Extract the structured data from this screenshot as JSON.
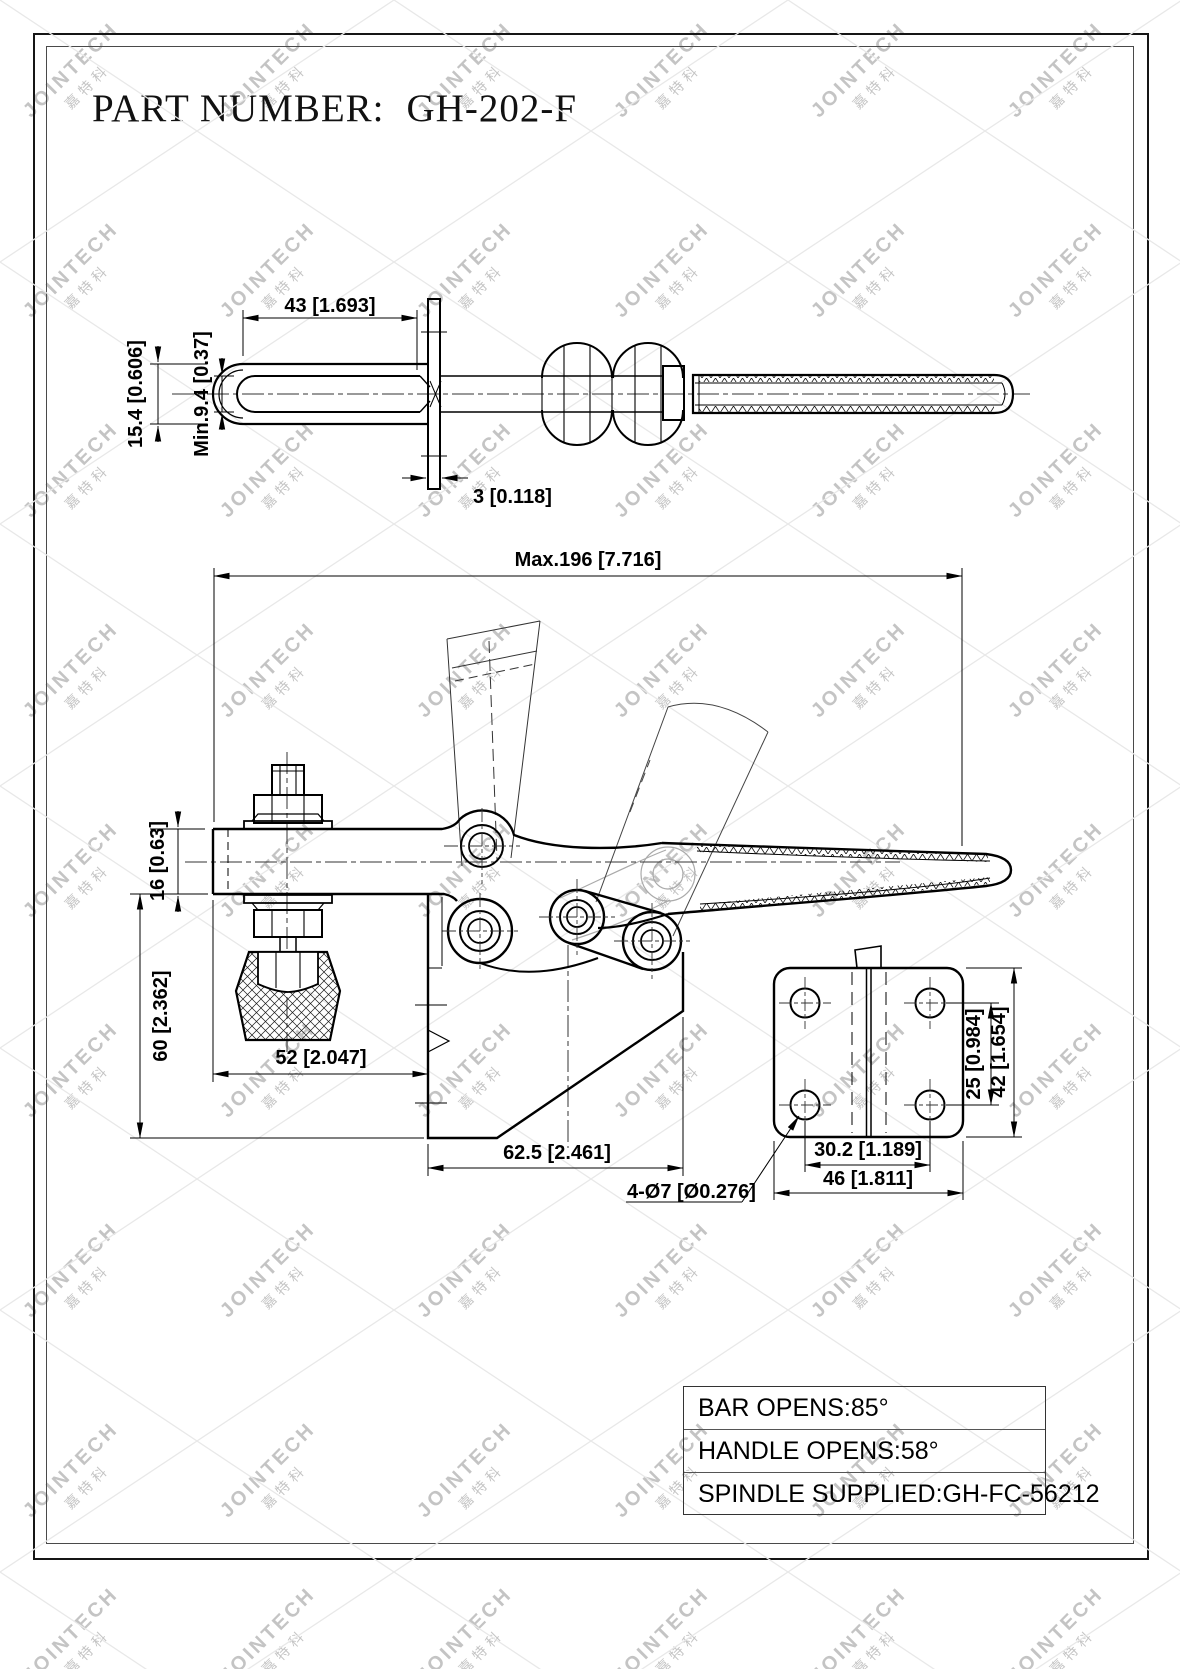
{
  "page": {
    "title_label": "PART NUMBER:",
    "title_value": "GH-202-F"
  },
  "watermark": {
    "text": "JOINTECH",
    "subtext": "嘉特科",
    "color": "#b6b6b6"
  },
  "top_view": {
    "dim_slot_length": "43 [1.693]",
    "dim_bar_width": "15.4 [0.606]",
    "dim_slot_width": "Min.9.4 [0.37]",
    "dim_plate_thickness": "3 [0.118]"
  },
  "side_view": {
    "dim_overall_length": "Max.196 [7.716]",
    "dim_bar_height": "16 [0.63]",
    "dim_base_height": "60 [2.362]",
    "dim_front_overhang": "52 [2.047]",
    "dim_base_length": "62.5 [2.461]"
  },
  "end_view": {
    "dim_hole_vspacing": "25 [0.984]",
    "dim_plate_height": "42 [1.654]",
    "dim_hole_hspacing": "30.2 [1.189]",
    "dim_plate_width": "46 [1.811]",
    "dim_holes": "4-Ø7 [Ø0.276]"
  },
  "spec_table": {
    "rows": [
      "BAR OPENS:85°",
      "HANDLE OPENS:58°",
      "SPINDLE SUPPLIED:GH-FC-56212"
    ]
  }
}
